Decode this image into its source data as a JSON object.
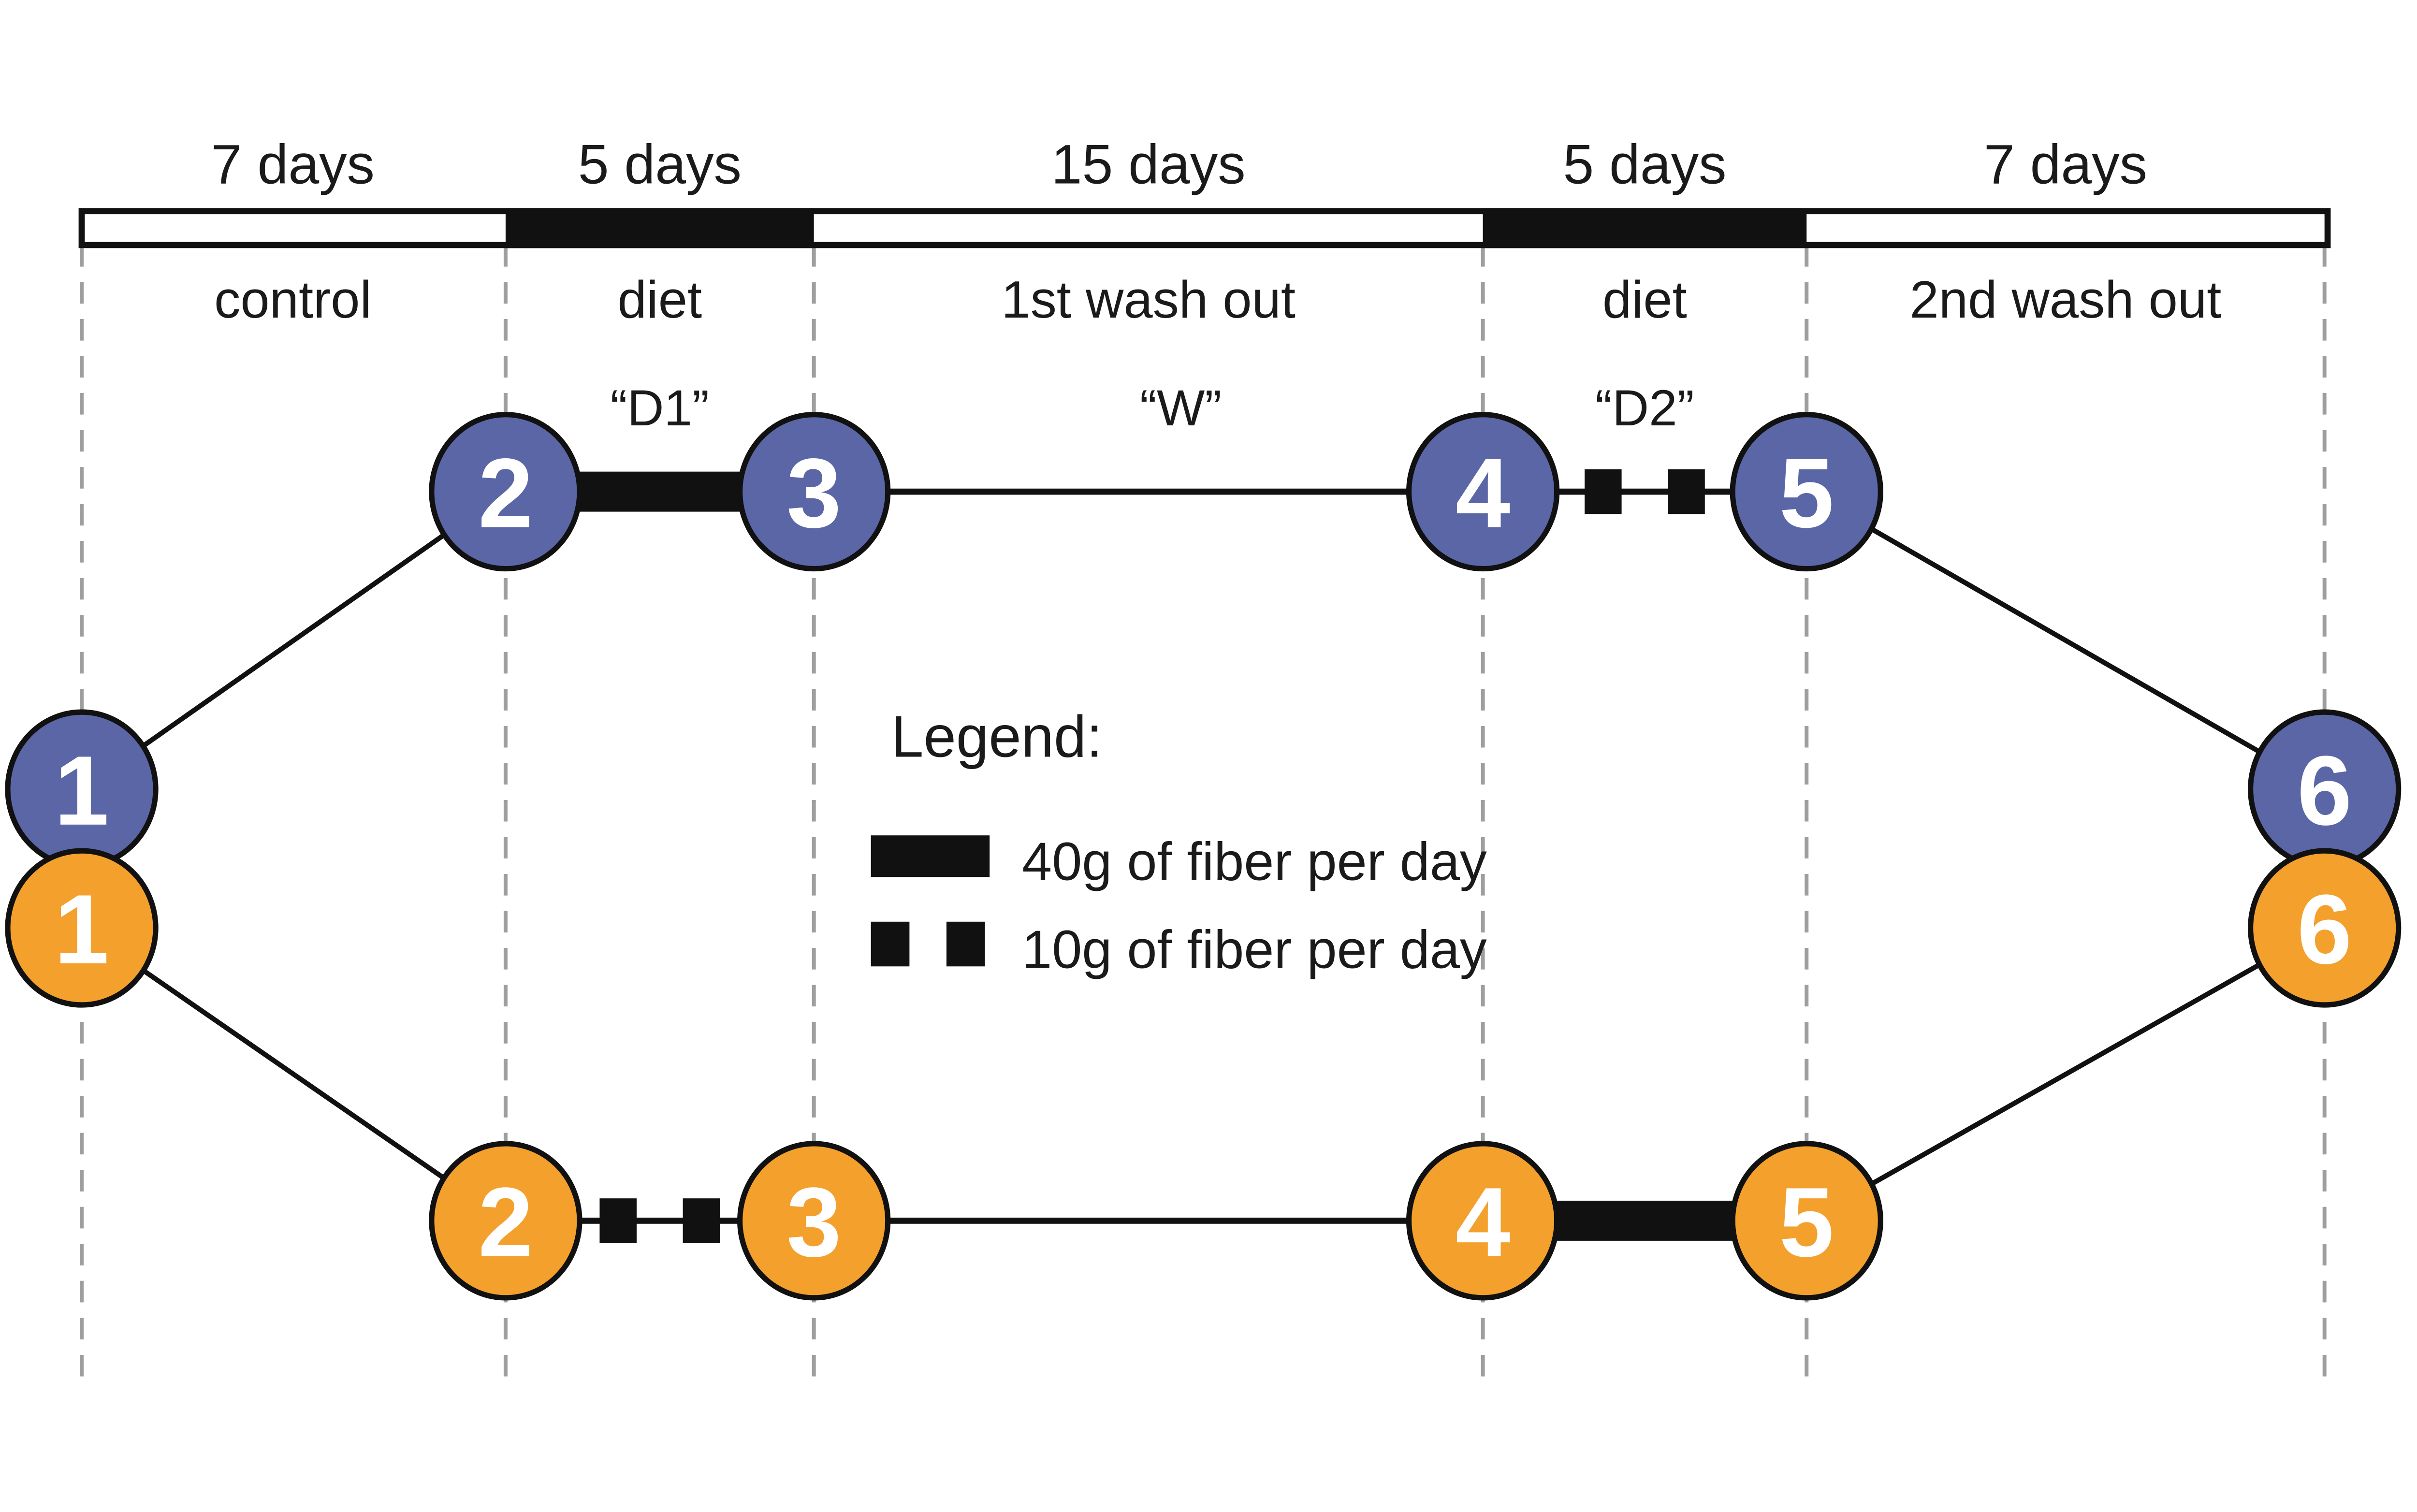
{
  "timeline": {
    "phases": [
      {
        "duration": "7 days",
        "name": "control"
      },
      {
        "duration": "5 days",
        "name": "diet",
        "label": "“D1”"
      },
      {
        "duration": "15 days",
        "name": "1st wash out",
        "label": "“W”"
      },
      {
        "duration": "5 days",
        "name": "diet",
        "label": "“D2”"
      },
      {
        "duration": "7 days",
        "name": "2nd wash out"
      }
    ]
  },
  "arms": {
    "blue": {
      "color": "#5A66A5",
      "timepoints": [
        "1",
        "2",
        "3",
        "4",
        "5",
        "6"
      ]
    },
    "orange": {
      "color": "#F3A02C",
      "timepoints": [
        "1",
        "2",
        "3",
        "4",
        "5",
        "6"
      ]
    }
  },
  "legend": {
    "title": "Legend:",
    "items": [
      {
        "symbol": "thick-bar",
        "label": "40g of fiber per day"
      },
      {
        "symbol": "two-squares",
        "label": "10g of fiber per day"
      }
    ]
  },
  "colors": {
    "ink": "#111111",
    "gridline": "#9E9E9E",
    "node_text": "#FFFFFF"
  }
}
